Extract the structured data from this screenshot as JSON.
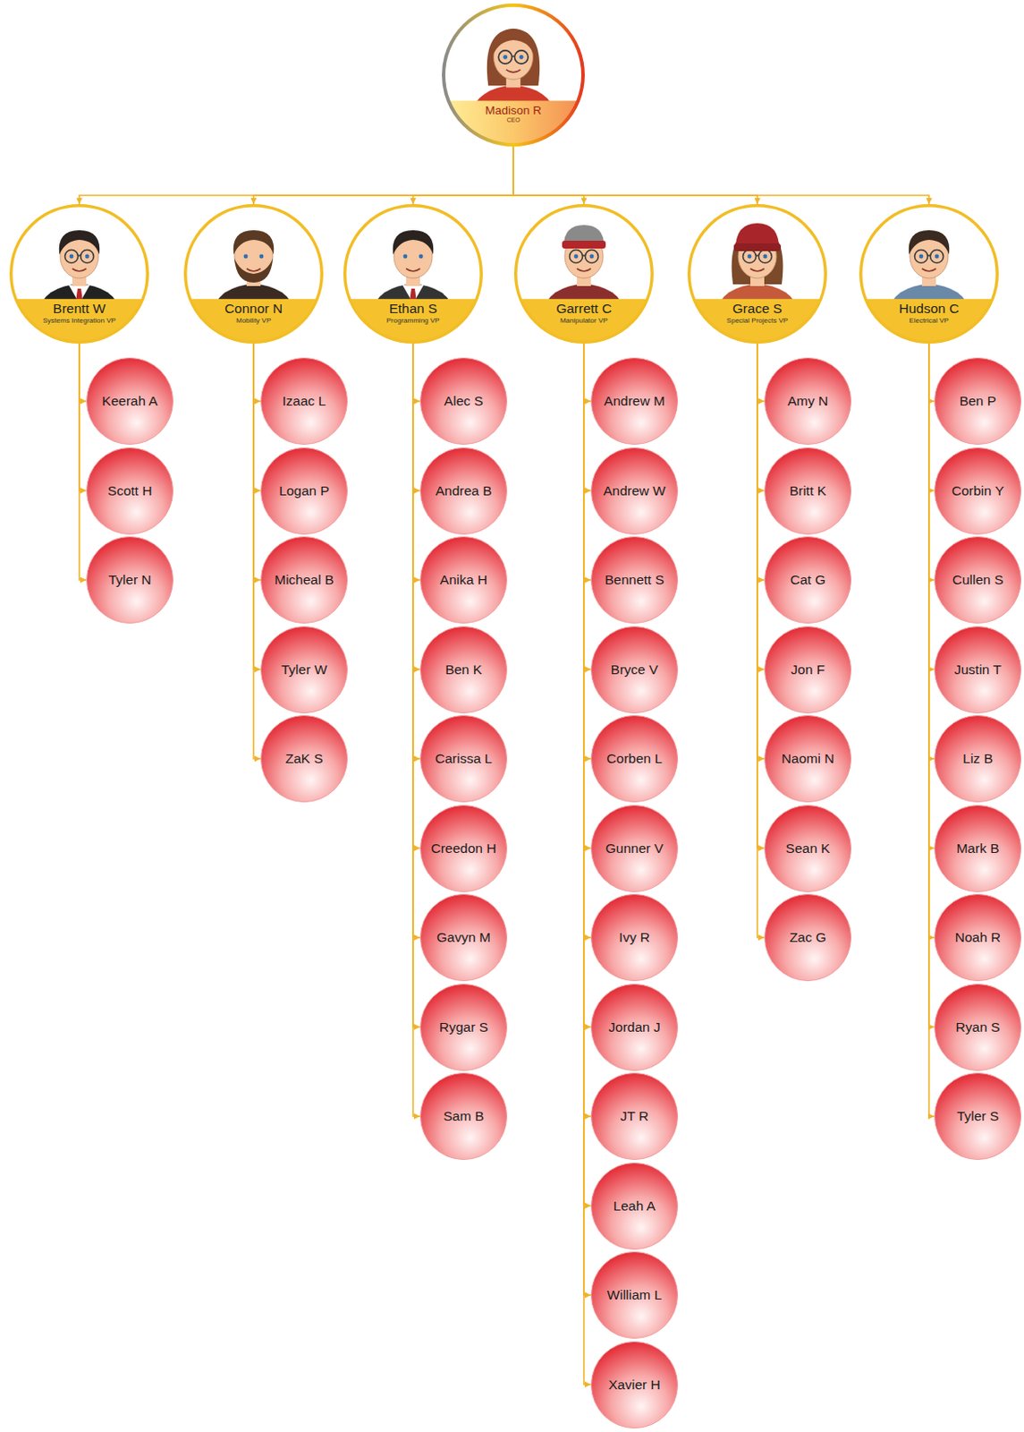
{
  "diagram": {
    "nodes": [
      {
        "text": [
          "Madison R",
          "CEO"
        ]
      },
      {
        "text": [
          "Brentt W",
          "Systems Integration VP"
        ]
      },
      {
        "text": [
          "Connor N",
          "Mobility VP"
        ]
      },
      {
        "text": [
          "Ethan S",
          "Programming VP"
        ]
      },
      {
        "text": [
          "Garrett C",
          "Manipulator VP"
        ]
      },
      {
        "text": [
          "Grace S",
          "Special Projects VP"
        ]
      },
      {
        "text": [
          "Hudson C",
          "Electrical VP"
        ]
      },
      {
        "text": [
          "Keerah A"
        ]
      },
      {
        "text": [
          "Scott H"
        ]
      },
      {
        "text": [
          "Tyler N"
        ]
      },
      {
        "text": [
          "Izaac L"
        ]
      },
      {
        "text": [
          "Logan P"
        ]
      },
      {
        "text": [
          "Micheal B"
        ]
      },
      {
        "text": [
          "Tyler W"
        ]
      },
      {
        "text": [
          "ZaK S"
        ]
      },
      {
        "text": [
          "Alec S"
        ]
      },
      {
        "text": [
          "Andrea B"
        ]
      },
      {
        "text": [
          "Anika H"
        ]
      },
      {
        "text": [
          "Ben K"
        ]
      },
      {
        "text": [
          "Carissa L"
        ]
      },
      {
        "text": [
          "Creedon H"
        ]
      },
      {
        "text": [
          "Gavyn M"
        ]
      },
      {
        "text": [
          "Rygar S"
        ]
      },
      {
        "text": [
          "Sam B"
        ]
      },
      {
        "text": [
          "Andrew M"
        ]
      },
      {
        "text": [
          "Andrew W"
        ]
      },
      {
        "text": [
          "Bennett S"
        ]
      },
      {
        "text": [
          "Bryce V"
        ]
      },
      {
        "text": [
          "Corben L"
        ]
      },
      {
        "text": [
          "Gunner V"
        ]
      },
      {
        "text": [
          "Ivy R"
        ]
      },
      {
        "text": [
          "Jordan J"
        ]
      },
      {
        "text": [
          "JT R"
        ]
      },
      {
        "text": [
          "Leah A"
        ]
      },
      {
        "text": [
          "William L"
        ]
      },
      {
        "text": [
          "Xavier H"
        ]
      },
      {
        "text": [
          "Amy N"
        ]
      },
      {
        "text": [
          "Britt K"
        ]
      },
      {
        "text": [
          "Cat G"
        ]
      },
      {
        "text": [
          "Jon F"
        ]
      },
      {
        "text": [
          "Naomi N"
        ]
      },
      {
        "text": [
          "Sean K"
        ]
      },
      {
        "text": [
          "Zac G"
        ]
      },
      {
        "text": [
          "Ben P"
        ]
      },
      {
        "text": [
          "Corbin Y"
        ]
      },
      {
        "text": [
          "Cullen S"
        ]
      },
      {
        "text": [
          "Justin T"
        ]
      },
      {
        "text": [
          "Liz B"
        ]
      },
      {
        "text": [
          "Mark B"
        ]
      },
      {
        "text": [
          "Noah R"
        ]
      },
      {
        "text": [
          "Ryan S"
        ]
      },
      {
        "text": [
          "Tyler S"
        ]
      }
    ],
    "edges": [
      {
        "from": 0,
        "to": 1,
        "arrow": "to"
      },
      {
        "from": 0,
        "to": 2,
        "arrow": "to"
      },
      {
        "from": 0,
        "to": 3,
        "arrow": "to"
      },
      {
        "from": 0,
        "to": 4,
        "arrow": "to"
      },
      {
        "from": 0,
        "to": 5,
        "arrow": "to"
      },
      {
        "from": 0,
        "to": 6,
        "arrow": "to"
      },
      {
        "from": 1,
        "to": 7,
        "arrow": "to"
      },
      {
        "from": 1,
        "to": 8,
        "arrow": "to"
      },
      {
        "from": 1,
        "to": 9,
        "arrow": "to"
      },
      {
        "from": 2,
        "to": 10,
        "arrow": "to"
      },
      {
        "from": 2,
        "to": 11,
        "arrow": "to"
      },
      {
        "from": 2,
        "to": 12,
        "arrow": "to"
      },
      {
        "from": 2,
        "to": 13,
        "arrow": "to"
      },
      {
        "from": 2,
        "to": 14,
        "arrow": "to"
      },
      {
        "from": 3,
        "to": 15,
        "arrow": "to"
      },
      {
        "from": 3,
        "to": 16,
        "arrow": "to"
      },
      {
        "from": 3,
        "to": 17,
        "arrow": "to"
      },
      {
        "from": 3,
        "to": 18,
        "arrow": "to"
      },
      {
        "from": 3,
        "to": 19,
        "arrow": "to"
      },
      {
        "from": 3,
        "to": 20,
        "arrow": "to"
      },
      {
        "from": 3,
        "to": 21,
        "arrow": "to"
      },
      {
        "from": 3,
        "to": 22,
        "arrow": "to"
      },
      {
        "from": 3,
        "to": 23,
        "arrow": "to"
      },
      {
        "from": 4,
        "to": 24,
        "arrow": "to"
      },
      {
        "from": 4,
        "to": 25,
        "arrow": "to"
      },
      {
        "from": 4,
        "to": 26,
        "arrow": "to"
      },
      {
        "from": 4,
        "to": 27,
        "arrow": "to"
      },
      {
        "from": 4,
        "to": 28,
        "arrow": "to"
      },
      {
        "from": 4,
        "to": 29,
        "arrow": "to"
      },
      {
        "from": 4,
        "to": 30,
        "arrow": "to"
      },
      {
        "from": 4,
        "to": 31,
        "arrow": "to"
      },
      {
        "from": 4,
        "to": 32,
        "arrow": "to"
      },
      {
        "from": 4,
        "to": 33,
        "arrow": "to"
      },
      {
        "from": 4,
        "to": 34,
        "arrow": "to"
      },
      {
        "from": 4,
        "to": 35,
        "arrow": "to"
      },
      {
        "from": 5,
        "to": 36,
        "arrow": "to"
      },
      {
        "from": 5,
        "to": 37,
        "arrow": "to"
      },
      {
        "from": 5,
        "to": 38,
        "arrow": "to"
      },
      {
        "from": 5,
        "to": 39,
        "arrow": "to"
      },
      {
        "from": 5,
        "to": 40,
        "arrow": "to"
      },
      {
        "from": 5,
        "to": 41,
        "arrow": "to"
      },
      {
        "from": 5,
        "to": 42,
        "arrow": "to"
      },
      {
        "from": 6,
        "to": 43,
        "arrow": "to"
      },
      {
        "from": 6,
        "to": 44,
        "arrow": "to"
      },
      {
        "from": 6,
        "to": 45,
        "arrow": "to"
      },
      {
        "from": 6,
        "to": 46,
        "arrow": "to"
      },
      {
        "from": 6,
        "to": 47,
        "arrow": "to"
      },
      {
        "from": 6,
        "to": 48,
        "arrow": "to"
      },
      {
        "from": 6,
        "to": 49,
        "arrow": "to"
      },
      {
        "from": 6,
        "to": 50,
        "arrow": "to"
      },
      {
        "from": 6,
        "to": 51,
        "arrow": "to"
      }
    ]
  }
}
